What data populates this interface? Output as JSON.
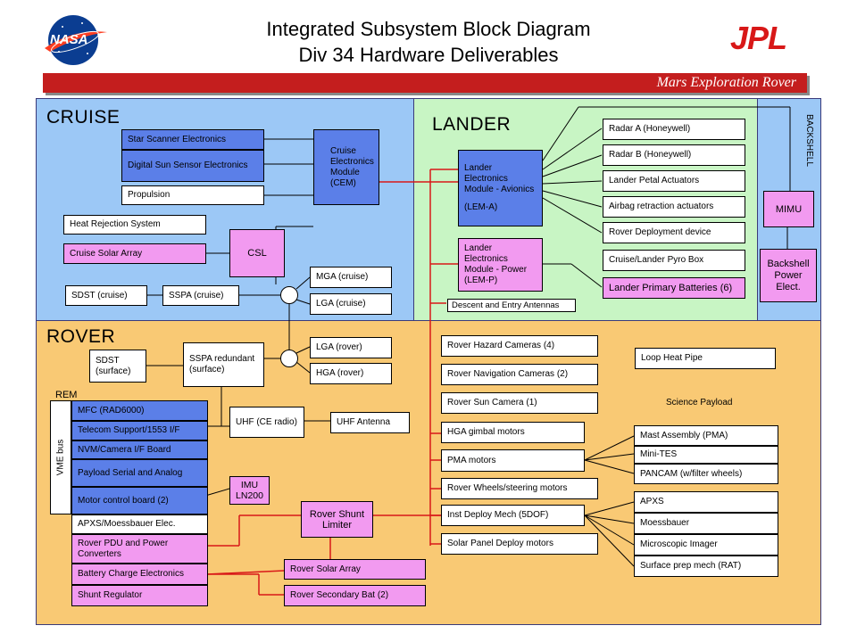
{
  "header": {
    "title_line1": "Integrated Subsystem Block Diagram",
    "title_line2": "Div 34 Hardware Deliverables",
    "banner": "Mars  Exploration Rover",
    "nasa_logo_text": "NASA",
    "jpl_logo_text": "JPL"
  },
  "regions": {
    "cruise": "CRUISE",
    "lander": "LANDER",
    "rover": "ROVER",
    "backshell": "BACKSHELL",
    "rem": "REM",
    "vme_bus": "VME bus"
  },
  "cruise": {
    "star_scanner": "Star Scanner Electronics",
    "digital_sun_sensor": "Digital Sun Sensor Electronics",
    "propulsion": "Propulsion",
    "cem": "Cruise Electronics Module (CEM)",
    "heat_rejection": "Heat Rejection System",
    "cruise_solar_array": "Cruise Solar Array",
    "csl": "CSL",
    "sdst_cruise": "SDST (cruise)",
    "sspa_cruise": "SSPA (cruise)",
    "mga_cruise": "MGA (cruise)",
    "lga_cruise": "LGA (cruise)"
  },
  "lander": {
    "lem_a": "Lander Electronics Module - Avionics",
    "lem_a_abbr": "(LEM-A)",
    "lem_p": "Lander Electronics Module - Power (LEM-P)",
    "radar_a": "Radar A (Honeywell)",
    "radar_b": "Radar B (Honeywell)",
    "petal_actuators": "Lander Petal Actuators",
    "airbag": "Airbag retraction actuators",
    "rover_deployment": "Rover Deployment  device",
    "pyro_box": "Cruise/Lander Pyro Box",
    "primary_batteries": "Lander Primary Batteries (6)",
    "descent_antennas": "Descent and Entry Antennas"
  },
  "backshell": {
    "mimu": "MIMU",
    "power": "Backshell Power Elect."
  },
  "rover": {
    "sdst_surface": "SDST (surface)",
    "sspa_redundant": "SSPA redundant (surface)",
    "lga_rover": "LGA (rover)",
    "hga_rover": "HGA (rover)",
    "mfc": "MFC (RAD6000)",
    "telecom": "Telecom Support/1553 I/F",
    "nvm_camera": "NVM/Camera I/F Board",
    "payload_serial": "Payload Serial and Analog",
    "motor_control": "Motor control board (2)",
    "apxs_moess_elec": "APXS/Moessbauer Elec.",
    "rover_pdu": "Rover PDU and Power Converters",
    "battery_charge": "Battery Charge Electronics",
    "shunt_regulator": "Shunt Regulator",
    "uhf_radio": "UHF (CE radio)",
    "uhf_antenna": "UHF Antenna",
    "imu": "IMU LN200",
    "shunt_limiter": "Rover Shunt Limiter",
    "rover_solar_array": "Rover Solar Array",
    "rover_secondary_bat": "Rover Secondary Bat (2)",
    "hazard_cameras": "Rover Hazard Cameras (4)",
    "nav_cameras": "Rover Navigation Cameras (2)",
    "sun_camera": "Rover Sun Camera (1)",
    "hga_gimbal": "HGA gimbal motors",
    "pma_motors": "PMA motors",
    "wheels_steering": "Rover Wheels/steering motors",
    "inst_deploy": "Inst Deploy Mech (5DOF)",
    "solar_panel_deploy": "Solar Panel Deploy motors",
    "loop_heat_pipe": "Loop Heat Pipe",
    "science_payload": "Science Payload",
    "mast_assembly": "Mast Assembly (PMA)",
    "mini_tes": "Mini-TES",
    "pancam": "PANCAM (w/filter wheels)",
    "apxs": "APXS",
    "moessbauer": "Moessbauer",
    "microscopic_imager": "Microscopic Imager",
    "rat": "Surface prep mech (RAT)"
  },
  "colors": {
    "cruise_bg": "#9cc8f6",
    "lander_bg": "#c8f5c4",
    "rover_bg": "#f9c974",
    "blue_box": "#5b7fe8",
    "pink_box": "#f29af0",
    "red_line": "#d81818",
    "banner": "#c41e1e"
  }
}
